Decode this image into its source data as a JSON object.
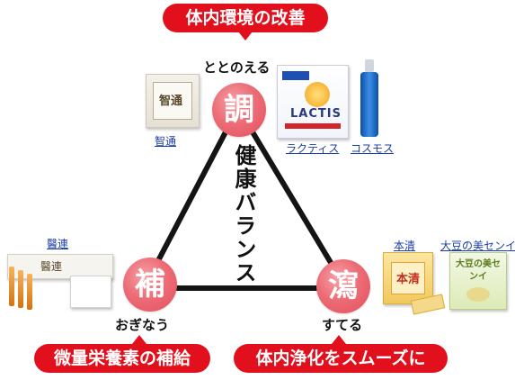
{
  "title": "体内環境の改善",
  "center_text": "健康バランス",
  "nodes": {
    "top": {
      "char": "調",
      "label": "ととのえる"
    },
    "left": {
      "char": "補",
      "label": "おぎなう"
    },
    "right": {
      "char": "瀉",
      "label": "すてる"
    }
  },
  "callouts": {
    "left": "微量栄養素の補給",
    "right": "体内浄化をスムーズに"
  },
  "products": {
    "top_left": {
      "link": "智通",
      "box_text": "智通"
    },
    "lactis": {
      "link": "ラクティス",
      "box_text": "LACTIS"
    },
    "cosmos": {
      "link": "コスモス"
    },
    "left": {
      "link": "醫連",
      "box_text": "醫連"
    },
    "honsei": {
      "link": "本清",
      "box_text": "本清"
    },
    "daizu": {
      "link": "大豆の美センイ",
      "box_text": "大豆の美センイ"
    }
  },
  "colors": {
    "accent": "#e2101c",
    "node": "#ec6d77",
    "link": "#1a3ea8"
  }
}
